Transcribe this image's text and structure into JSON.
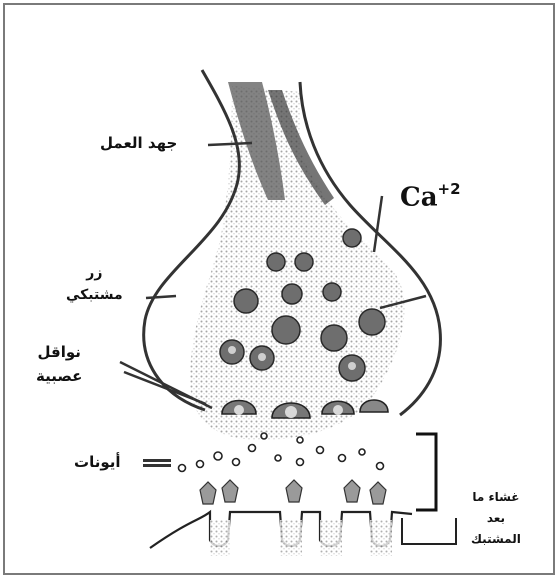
{
  "labels": {
    "action_potential": "جهد العمل",
    "synaptic_vesicle_line1": "زر",
    "synaptic_vesicle_line2": "مشتبكي",
    "neurotransmitters_line1": "نواقل",
    "neurotransmitters_line2": "عصبية",
    "ions": "أيونات",
    "postsynaptic_line1": "غشاء ما",
    "postsynaptic_line2": "بعد",
    "postsynaptic_line3": "المشتبك",
    "calcium_symbol": "Ca",
    "calcium_charge": "+2"
  },
  "colors": {
    "outline": "#333333",
    "stipple": "#b8b8b8",
    "vesicle_fill": "#6e6e6e",
    "frame": "#7a7a7a"
  }
}
